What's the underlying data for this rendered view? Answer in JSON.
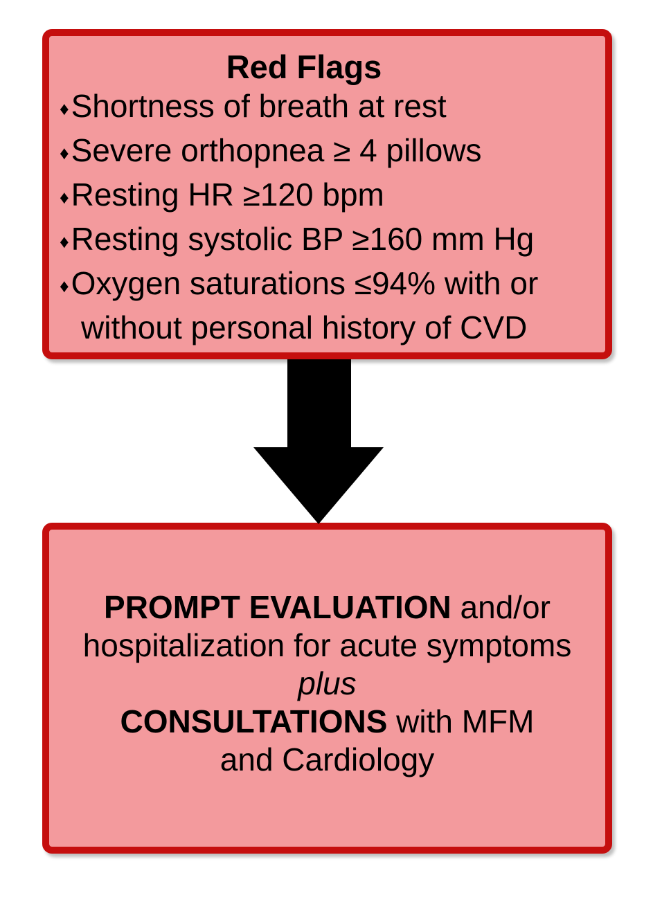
{
  "colors": {
    "background": "#FFFFFF",
    "box_fill": "#F39A9D",
    "box_border": "#C50E0E",
    "arrow": "#000000",
    "text": "#000000"
  },
  "icons": {
    "arrow": "down-arrow",
    "bullet": "diamond-bullet"
  },
  "top_box": {
    "title": "Red Flags",
    "bullet_glyph": "♦",
    "bullets": [
      {
        "text": "Shortness of breath at rest"
      },
      {
        "text": "Severe orthopnea ≥ 4 pillows"
      },
      {
        "text": "Resting HR ≥120 bpm"
      },
      {
        "text": "Resting systolic BP ≥160 mm Hg"
      },
      {
        "text": "Oxygen saturations ≤94% with or",
        "continuation": "without personal history of CVD"
      }
    ]
  },
  "bottom_box": {
    "lines": [
      {
        "bold": "PROMPT EVALUATION",
        "rest": " and/or"
      },
      {
        "text": "hospitalization for acute symptoms"
      },
      {
        "italic": "plus"
      },
      {
        "bold": "CONSULTATIONS",
        "rest": " with MFM"
      },
      {
        "text": "and Cardiology"
      }
    ]
  }
}
